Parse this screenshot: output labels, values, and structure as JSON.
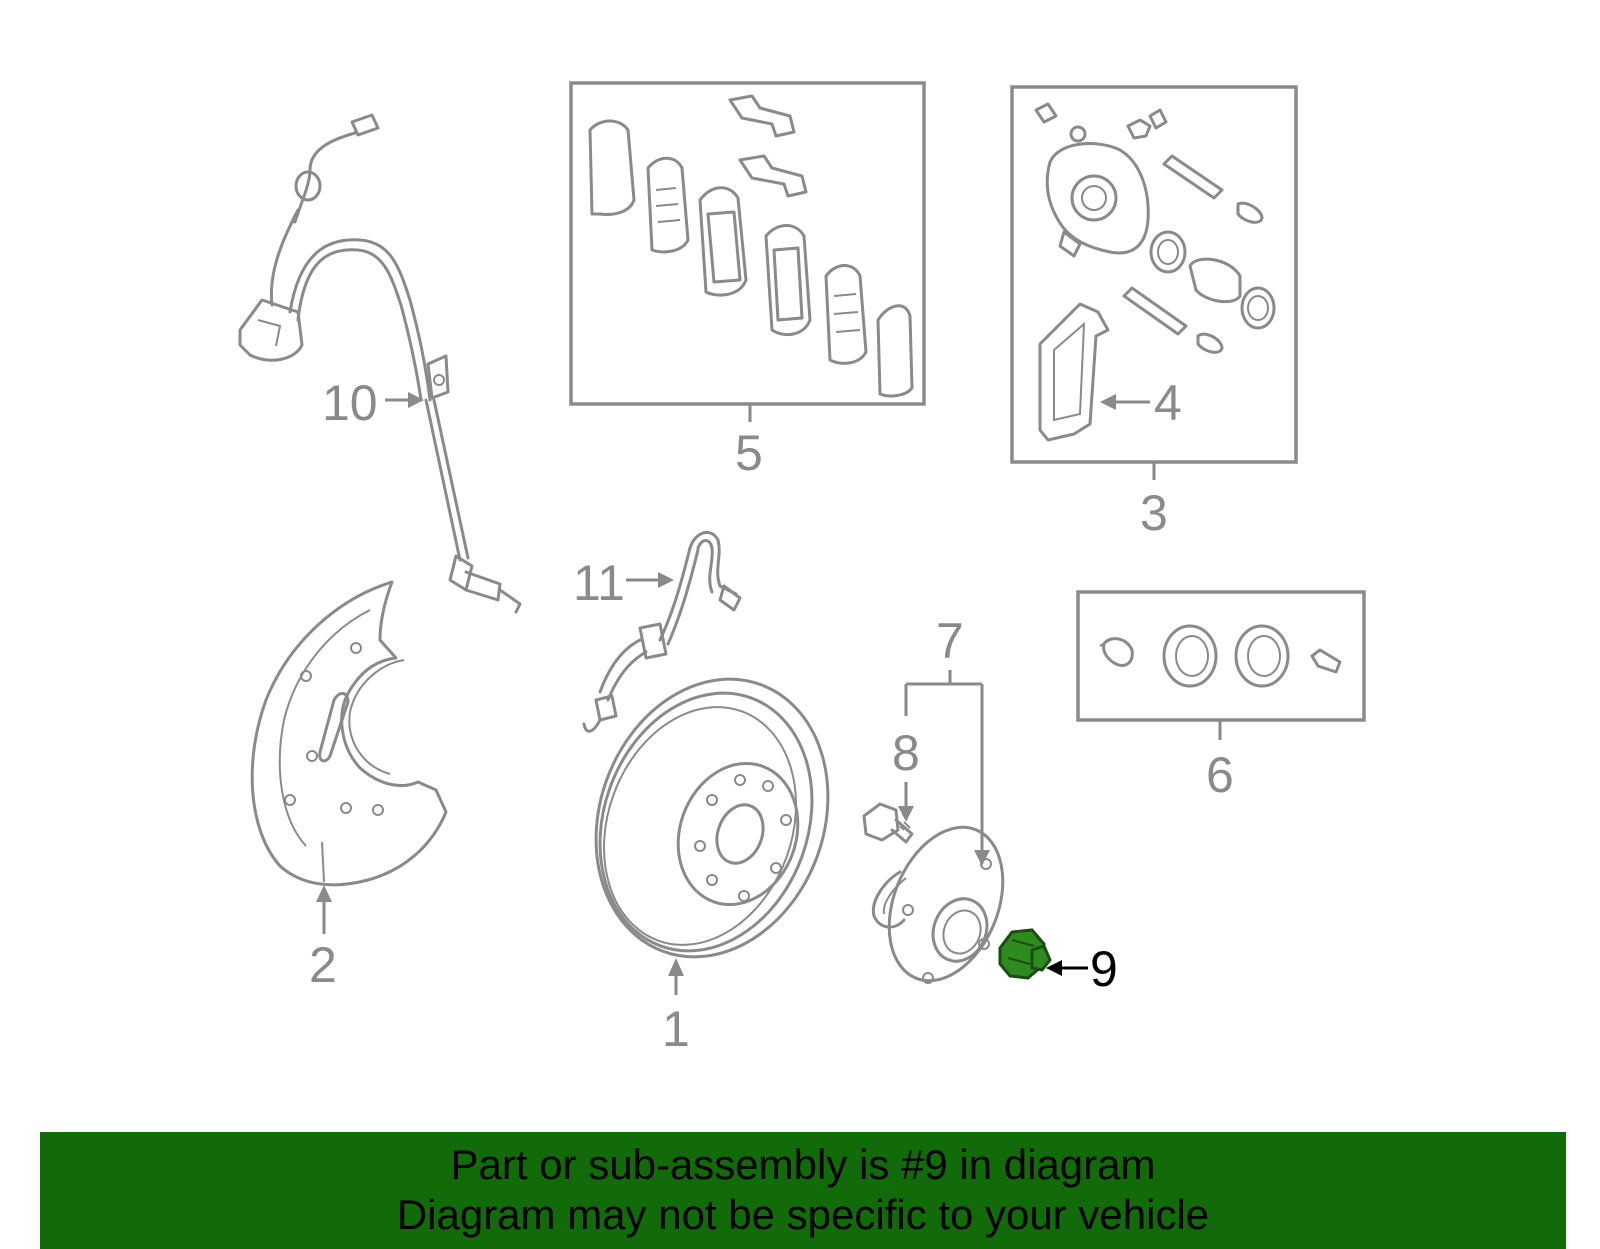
{
  "callouts": {
    "c1": "1",
    "c2": "2",
    "c3": "3",
    "c4": "4",
    "c5": "5",
    "c6": "6",
    "c7": "7",
    "c8": "8",
    "c9": "9",
    "c10": "10",
    "c11": "11"
  },
  "highlighted_part": "9",
  "banner": {
    "line1": "Part or sub-assembly is #9 in diagram",
    "line2": "Diagram may not be specific to your vehicle"
  },
  "colors": {
    "banner_bg": "#126b09",
    "highlight_fill": "#2e8b1e",
    "line_gray": "#8a8a8a"
  }
}
